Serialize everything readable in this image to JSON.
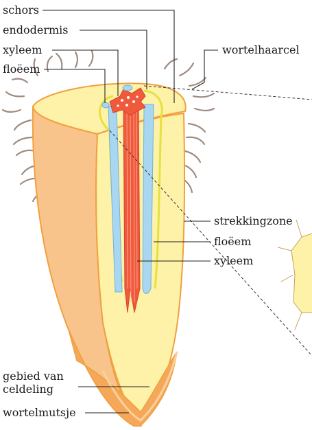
{
  "labels": {
    "schors": "schors",
    "endodermis": "endodermis",
    "xyleem_top": "xyleem",
    "floeem_top": "floëem",
    "wortelhaarcel": "wortelhaarcel",
    "strekkingzone": "strekkingzone",
    "floeem_mid": "floëem",
    "xyleem_mid": "xyleem",
    "gebied_line1": "gebied van",
    "gebied_line2": "celdeling",
    "wortelmutsje": "wortelmutsje"
  },
  "colors": {
    "cortex_cut": "#fdf2a8",
    "cortex_outer": "#f9c48c",
    "outline": "#f0a040",
    "endodermis": "#e6e040",
    "xylem": "#ef5a3c",
    "phloem": "#a9d6f0",
    "root_cap": "#f5a85a",
    "root_hair": "#a08c80"
  }
}
